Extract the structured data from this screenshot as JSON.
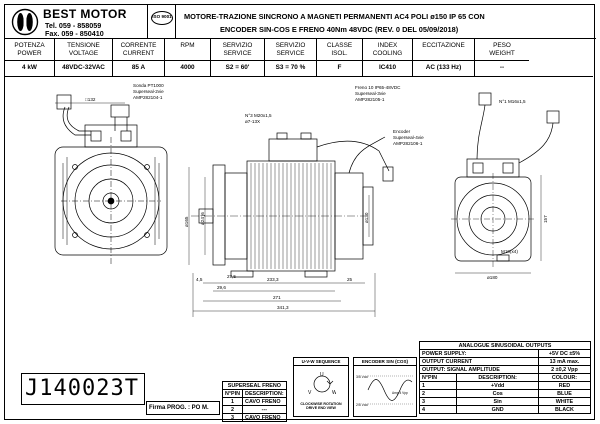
{
  "logo": {
    "name": "BEST MOTOR",
    "tel": "Tel. 059 - 858059",
    "fax": "Fax. 059 - 850410",
    "iso": "ISO 9001"
  },
  "title": {
    "line1": "MOTORE-TRAZIONE SINCRONO A MAGNETI PERMANENTI AC4 POLI ø150 IP 65 CON",
    "line2": "ENCODER SIN-COS E FRENO 40Nm 48VDC (REV. 0 DEL 05/09/2018)"
  },
  "specs": [
    {
      "header": "POTENZA\nPOWER",
      "value": "4 kW"
    },
    {
      "header": "TENSIONE\nVOLTAGE",
      "value": "48VDC-32VAC"
    },
    {
      "header": "CORRENTE\nCURRENT",
      "value": "85 A"
    },
    {
      "header": "RPM",
      "value": "4000"
    },
    {
      "header": "SERVIZIO\nSERVICE",
      "value": "S2 = 60'"
    },
    {
      "header": "SERVIZIO\nSERVICE",
      "value": "S3 = 70 %"
    },
    {
      "header": "CLASSE\nISOL.",
      "value": "F"
    },
    {
      "header": "INDEX COOLING",
      "value": "IC410"
    },
    {
      "header": "ECCITAZIONE",
      "value": "AC (133 Hz)"
    },
    {
      "header": "PESO\nWEIGHT",
      "value": "--"
    }
  ],
  "drawing_labels": {
    "sonda": "Sonda PT1000",
    "sonda_conn": "Superseal-2vie",
    "sonda_part": "AMP282104-1",
    "freno": "Freno 10 IP65-48VDC",
    "freno_conn": "Superseal-3vie",
    "freno_part": "AMP282105-1",
    "encoder": "Encoder",
    "encoder_conn": "Superseal-4vie",
    "encoder_part": "AMP282106-1",
    "screw_left": "N°3 M20x1,5",
    "screw_left_dia": "ø7-13X",
    "screw_right": "N°1 M16x1,5",
    "dim_c132": "□132",
    "dim_width_4": "4,5",
    "dim_29_6": "29,6",
    "dim_27_5": "27,5",
    "dim_233_3": "233,3",
    "dim_271": "271",
    "dim_25": "25",
    "dim_341_3": "341,3",
    "dim_180": "ø180",
    "dim_157": "157",
    "dim_m10": "M10(x4)",
    "dim_130": "ø130",
    "dim_shaft": "ø24 j6",
    "dim_flange": "ø165"
  },
  "analog_table": {
    "title": "ANALOGUE SINUSOIDAL OUTPUTS",
    "rows": [
      [
        "POWER SUPPLY:",
        "+5V DC ±5%"
      ],
      [
        "OUTPUT CURRENT",
        "13 mA  max."
      ],
      [
        "OUTPUT: SIGNAL AMPLITUDE",
        "2 ±0,2 Vpp"
      ]
    ],
    "pin_header": [
      "N°PIN",
      "DESCRIPTION:",
      "COLOUR:"
    ],
    "pins": [
      [
        "1",
        "+Vdd",
        "RED"
      ],
      [
        "2",
        "Cos",
        "BLUE"
      ],
      [
        "3",
        "Sin",
        "WHITE"
      ],
      [
        "4",
        "GND",
        "BLACK"
      ]
    ]
  },
  "freno_table": {
    "title": "SUPERSEAL FRENO",
    "header": [
      "N°PIN",
      "DESCRIPTION:"
    ],
    "rows": [
      [
        "1",
        "CAVO FRENO"
      ],
      [
        "2",
        "---"
      ],
      [
        "3",
        "CAVO FRENO"
      ]
    ]
  },
  "uvw": {
    "title": "U-V-W SEQUENCE",
    "u": "U",
    "v": "V",
    "w": "W",
    "note": "CLOCKWISE ROTATION\nDRIVE END VIEW"
  },
  "encoder_box": {
    "title": "ENCODER SIN (COS)",
    "v1": "3/5 Vdd",
    "v2": "2/5 Vdd",
    "amp": "Amp 4 Vpp"
  },
  "code": "J140023T",
  "signature": "Firma PROG. : PO M."
}
